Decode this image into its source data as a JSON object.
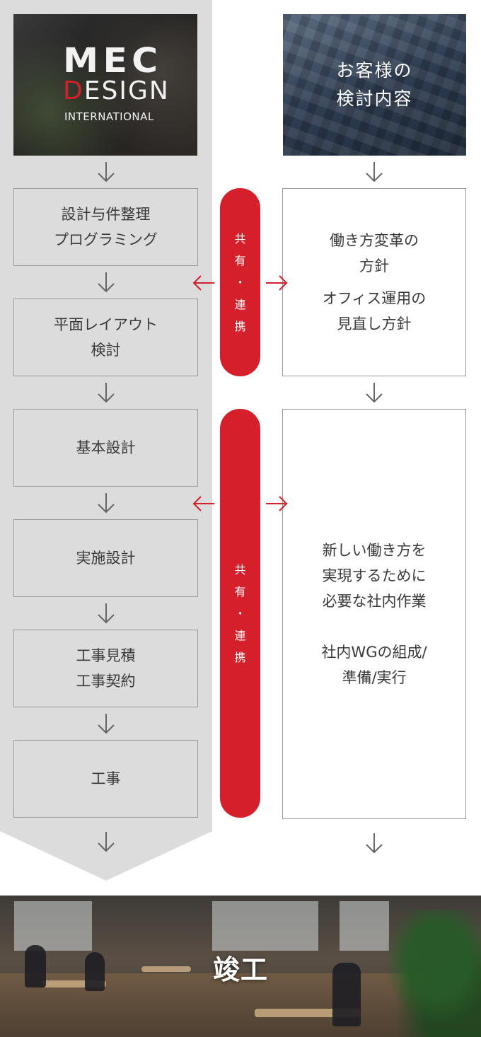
{
  "logo": {
    "line1": "MEC",
    "line2_accent": "D",
    "line2_rest": "ESIGN",
    "line3": "INTERNATIONAL"
  },
  "client_header": "お客様の\n検討内容",
  "left_steps": [
    {
      "label": "設計与件整理\nプログラミング"
    },
    {
      "label": "平面レイアウト\n検討"
    },
    {
      "label": "基本設計"
    },
    {
      "label": "実施設計"
    },
    {
      "label": "工事見積\n工事契約"
    },
    {
      "label": "工事"
    }
  ],
  "link_badges": [
    {
      "chars": [
        "共",
        "有",
        "・",
        "連",
        "携"
      ]
    },
    {
      "chars": [
        "共",
        "有",
        "・",
        "連",
        "携"
      ]
    }
  ],
  "right_box1": {
    "line_a": "働き方変革の\n方針",
    "line_b": "オフィス運用の\n見直し方針"
  },
  "right_box2": {
    "line_a": "新しい働き方を\n実現するために\n必要な社内作業",
    "line_b": "社内WGの組成/\n準備/実行"
  },
  "completion": "竣工",
  "colors": {
    "accent": "#d51f2b",
    "left_column": "#dcdcdc",
    "box_border": "#9a9a9a",
    "arrow": "#666666"
  }
}
